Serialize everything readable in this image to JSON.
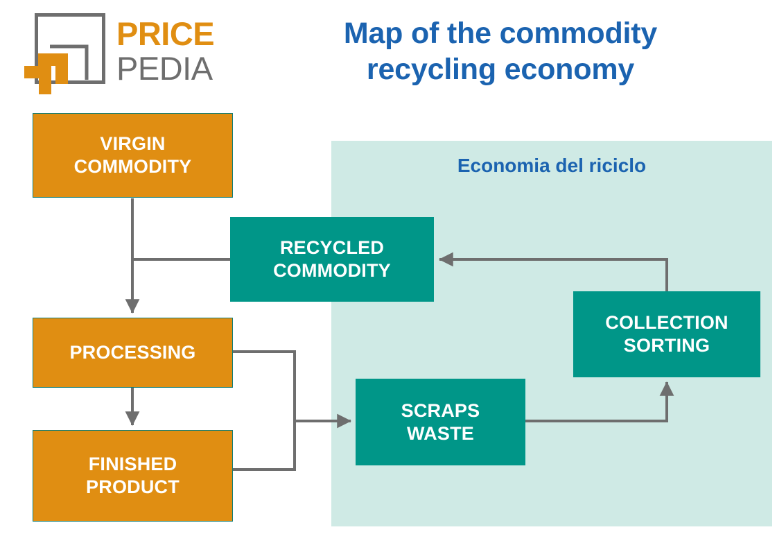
{
  "header": {
    "logo": {
      "mark_name": "pricepedia-logo-mark",
      "word_top": "PRICE",
      "word_bottom": "PEDIA",
      "color_orange": "#E08E12",
      "color_gray": "#6E6E6E"
    },
    "title_line1": "Map of the commodity",
    "title_line2": "recycling economy",
    "title_color": "#1B63B0"
  },
  "diagram": {
    "panel": {
      "label": "Economia del riciclo",
      "background": "#CFEAE5",
      "label_color": "#1B63B0"
    },
    "colors": {
      "orange": "#E08E12",
      "teal": "#009688",
      "connector": "#6E6E6E",
      "node_text": "#FFFFFF"
    },
    "nodes": [
      {
        "id": "virgin",
        "line1": "VIRGIN",
        "line2": "COMMODITY",
        "fill": "#E08E12"
      },
      {
        "id": "processing",
        "line1": "PROCESSING",
        "line2": "",
        "fill": "#E08E12"
      },
      {
        "id": "finished",
        "line1": "FINISHED",
        "line2": "PRODUCT",
        "fill": "#E08E12"
      },
      {
        "id": "recycled",
        "line1": "RECYCLED",
        "line2": "COMMODITY",
        "fill": "#009688"
      },
      {
        "id": "scraps",
        "line1": "SCRAPS",
        "line2": "WASTE",
        "fill": "#009688"
      },
      {
        "id": "collection",
        "line1": "COLLECTION",
        "line2": "SORTING",
        "fill": "#009688"
      }
    ],
    "connectors": [
      {
        "id": "virgin-to-processing",
        "from": "virgin",
        "to": "processing",
        "arrow": true
      },
      {
        "id": "recycled-to-processing",
        "from": "recycled",
        "to": "processing",
        "arrow": false
      },
      {
        "id": "processing-to-finished",
        "from": "processing",
        "to": "finished",
        "arrow": true
      },
      {
        "id": "processing-to-scraps",
        "from": "processing",
        "to": "scraps",
        "arrow": true
      },
      {
        "id": "finished-to-scraps",
        "from": "finished",
        "to": "scraps",
        "arrow": true
      },
      {
        "id": "scraps-to-collection",
        "from": "scraps",
        "to": "collection",
        "arrow": true
      },
      {
        "id": "collection-to-recycled",
        "from": "collection",
        "to": "recycled",
        "arrow": true
      }
    ]
  }
}
